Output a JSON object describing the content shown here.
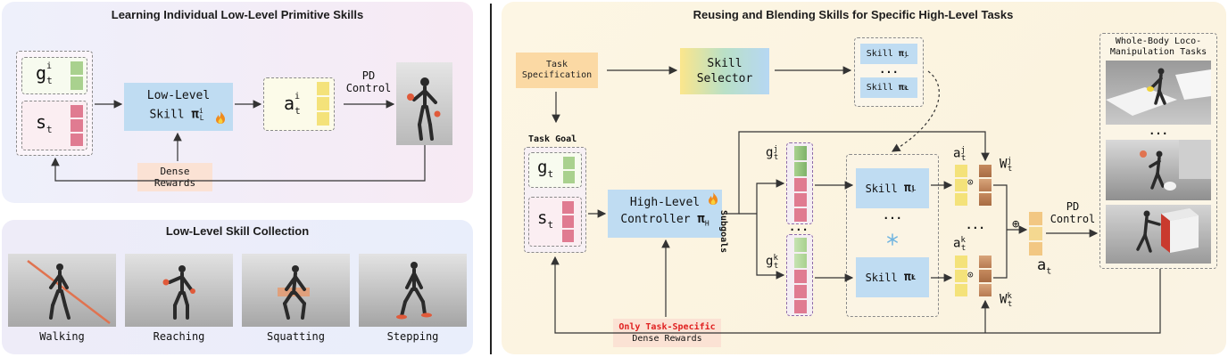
{
  "left_top": {
    "title": "Learning Individual Low-Level Primitive Skills",
    "goal_label": "g",
    "goal_sup": "i",
    "goal_sub": "t",
    "state_label": "s",
    "state_sub": "t",
    "skill_line1": "Low-Level",
    "skill_line2": "Skill",
    "skill_pi": "π",
    "skill_pi_sup": "i",
    "skill_pi_sub": "L",
    "action_label": "a",
    "action_sup": "i",
    "action_sub": "t",
    "pd_line1": "PD",
    "pd_line2": "Control",
    "reward_line1": "Dense",
    "reward_line2": "Rewards"
  },
  "left_bottom": {
    "title": "Low-Level Skill Collection",
    "skills": [
      {
        "label": "Walking"
      },
      {
        "label": "Reaching"
      },
      {
        "label": "Squatting"
      },
      {
        "label": "Stepping"
      }
    ]
  },
  "right": {
    "title": "Reusing and Blending Skills for Specific High-Level Tasks",
    "task_spec_line1": "Task",
    "task_spec_line2": "Specification",
    "selector_line1": "Skill",
    "selector_line2": "Selector",
    "lib_skill_label": "Skill",
    "lib_pi": "π",
    "lib_sup_top": "j",
    "lib_sup_bottom": "k",
    "lib_sub": "L",
    "lib_dots": "...",
    "task_goal_label": "Task Goal",
    "goal_label": "g",
    "goal_sub": "t",
    "state_label": "s",
    "state_sub": "t",
    "controller_line1": "High-Level",
    "controller_line2": "Controller",
    "controller_pi": "π",
    "controller_pi_sub": "H",
    "subgoals_label": "Subgoals",
    "gj_label": "g",
    "gj_sup": "j",
    "gj_sub": "t",
    "gk_label": "g",
    "gk_sup": "k",
    "gk_sub": "t",
    "mid_dots": "...",
    "skill_j_label": "Skill",
    "skill_j_sup": "j",
    "skill_k_label": "Skill",
    "skill_k_sup": "k",
    "skill_sub": "L",
    "aj_label": "a",
    "aj_sup": "j",
    "aj_sub": "t",
    "ak_label": "a",
    "ak_sup": "k",
    "ak_sub": "t",
    "wj_label": "W",
    "wj_sup": "j",
    "wj_sub": "t",
    "wk_label": "W",
    "wk_sup": "k",
    "wk_sub": "t",
    "odot": "⊙",
    "oplus": "⊕",
    "at_label": "a",
    "at_sub": "t",
    "pd_line1": "PD",
    "pd_line2": "Control",
    "reward_line1": "Only Task-Specific",
    "reward_line2": "Dense Rewards",
    "tasks_title_line1": "Whole-Body Loco-",
    "tasks_title_line2": "Manipulation Tasks",
    "tasks_dots": "..."
  },
  "icons": {
    "fire": "fire-icon",
    "snowflake": "snowflake-icon"
  },
  "colors": {
    "goal_green": "#a9d18e",
    "state_pink": "#e07b91",
    "action_yellow": "#f4e27a",
    "skill_blue": "#bfdcf2",
    "weight_brown": "#b77b52",
    "reward_red": "#e02020"
  }
}
